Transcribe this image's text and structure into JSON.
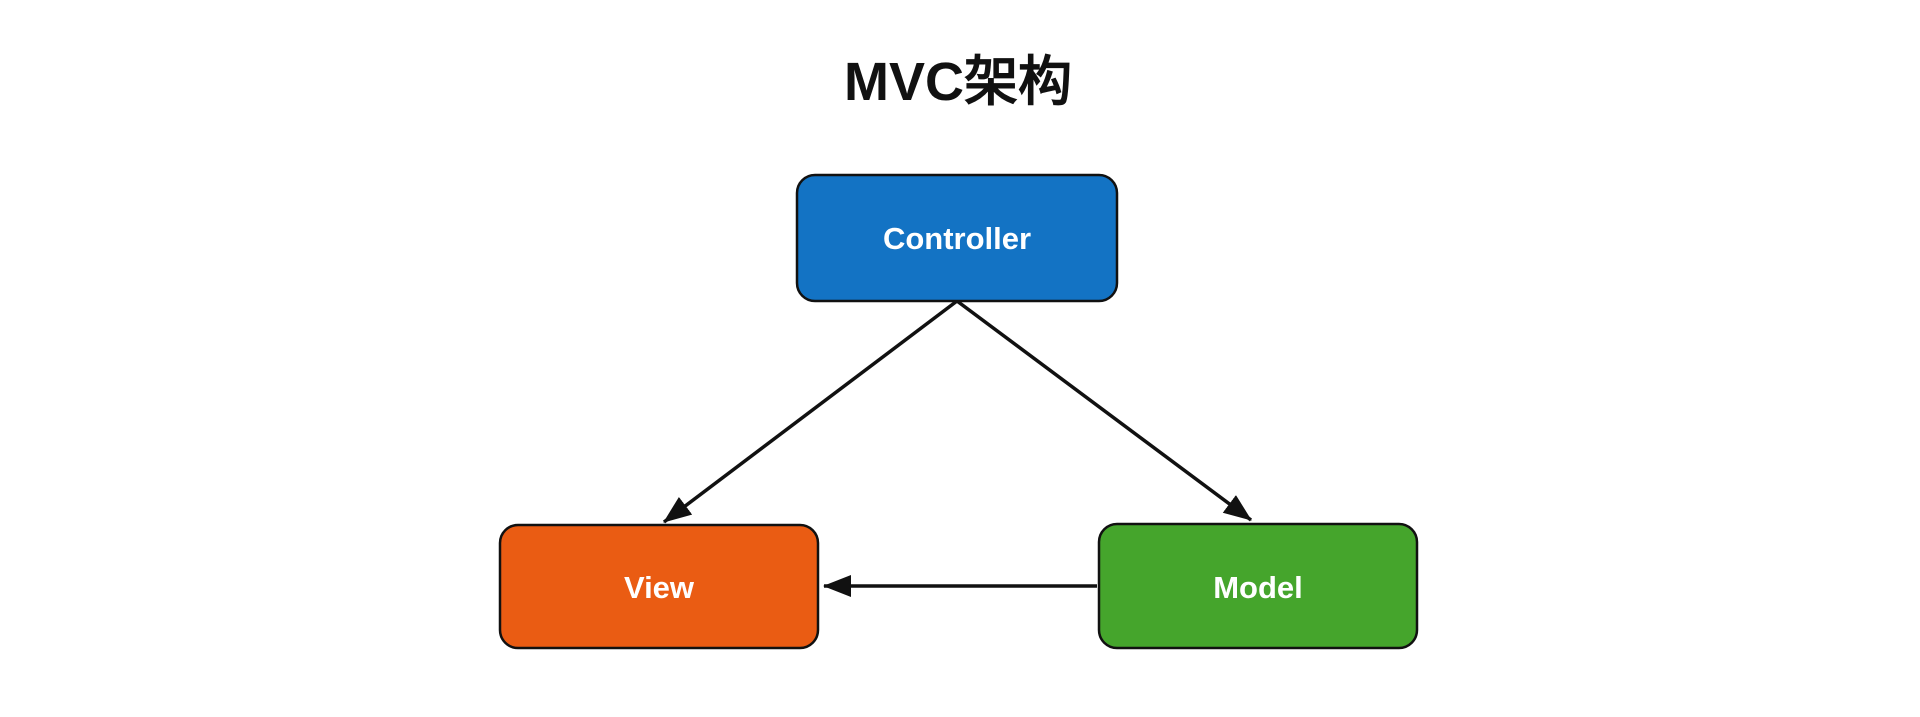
{
  "diagram": {
    "title": "MVC架构",
    "title_color": "#111111",
    "background": "#ffffff",
    "node_text_color": "#ffffff",
    "line_color": "#111111",
    "nodes": [
      {
        "id": "controller",
        "label": "Controller",
        "fill": "#1373c4"
      },
      {
        "id": "view",
        "label": "View",
        "fill": "#ea5c13"
      },
      {
        "id": "model",
        "label": "Model",
        "fill": "#45a52c"
      }
    ],
    "edges": [
      {
        "from": "controller",
        "to": "view",
        "type": "arrow"
      },
      {
        "from": "controller",
        "to": "model",
        "type": "arrow"
      },
      {
        "from": "model",
        "to": "view",
        "type": "arrow"
      }
    ]
  }
}
